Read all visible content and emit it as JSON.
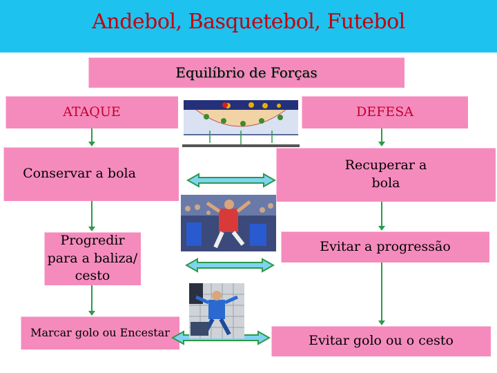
{
  "header": {
    "title": "Andebol, Basquetebol, Futebol"
  },
  "subtitle": "Equilíbrio de Forças",
  "attack": {
    "heading": "ATAQUE",
    "items": [
      "Conservar a bola",
      "Progredir para a baliza/ cesto",
      "Marcar golo ou Encestar"
    ]
  },
  "defense": {
    "heading": "DEFESA",
    "items": [
      "Recuperar a bola",
      "Evitar a progressão",
      "Evitar golo ou o cesto"
    ]
  },
  "colors": {
    "header_bg": "#1ec2ee",
    "title": "#c4000c",
    "box": "#f58bbd",
    "arrow": "#2a9a4a",
    "double_arrow_fill": "#7fd3f2"
  },
  "images": [
    "court-diagram",
    "handball-jump-photo",
    "goalkeeper-photo"
  ]
}
